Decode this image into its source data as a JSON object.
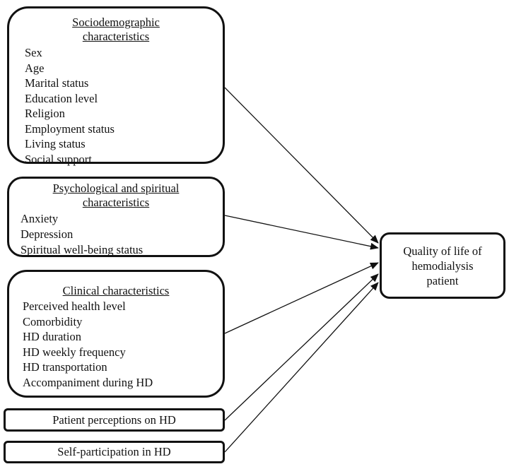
{
  "sociodemographic": {
    "title_line1": "Sociodemographic",
    "title_line2": "characteristics",
    "items": [
      "Sex",
      "Age",
      "Marital status",
      "Education level",
      "Religion",
      "Employment status",
      "Living status",
      "Social support"
    ]
  },
  "psychological": {
    "title_line1": "Psychological and spiritual",
    "title_line2": "characteristics",
    "items": [
      "Anxiety",
      "Depression",
      "Spiritual well-being status"
    ]
  },
  "clinical": {
    "title": "Clinical characteristics",
    "items": [
      "Perceived health level",
      "Comorbidity",
      "HD duration",
      "HD weekly frequency",
      "HD transportation",
      "Accompaniment during HD"
    ]
  },
  "perceptions": {
    "label": "Patient perceptions on HD"
  },
  "self_participation": {
    "label": "Self-participation in HD"
  },
  "outcome": {
    "line1": "Quality of life of",
    "line2": "hemodialysis",
    "line3": "patient"
  }
}
